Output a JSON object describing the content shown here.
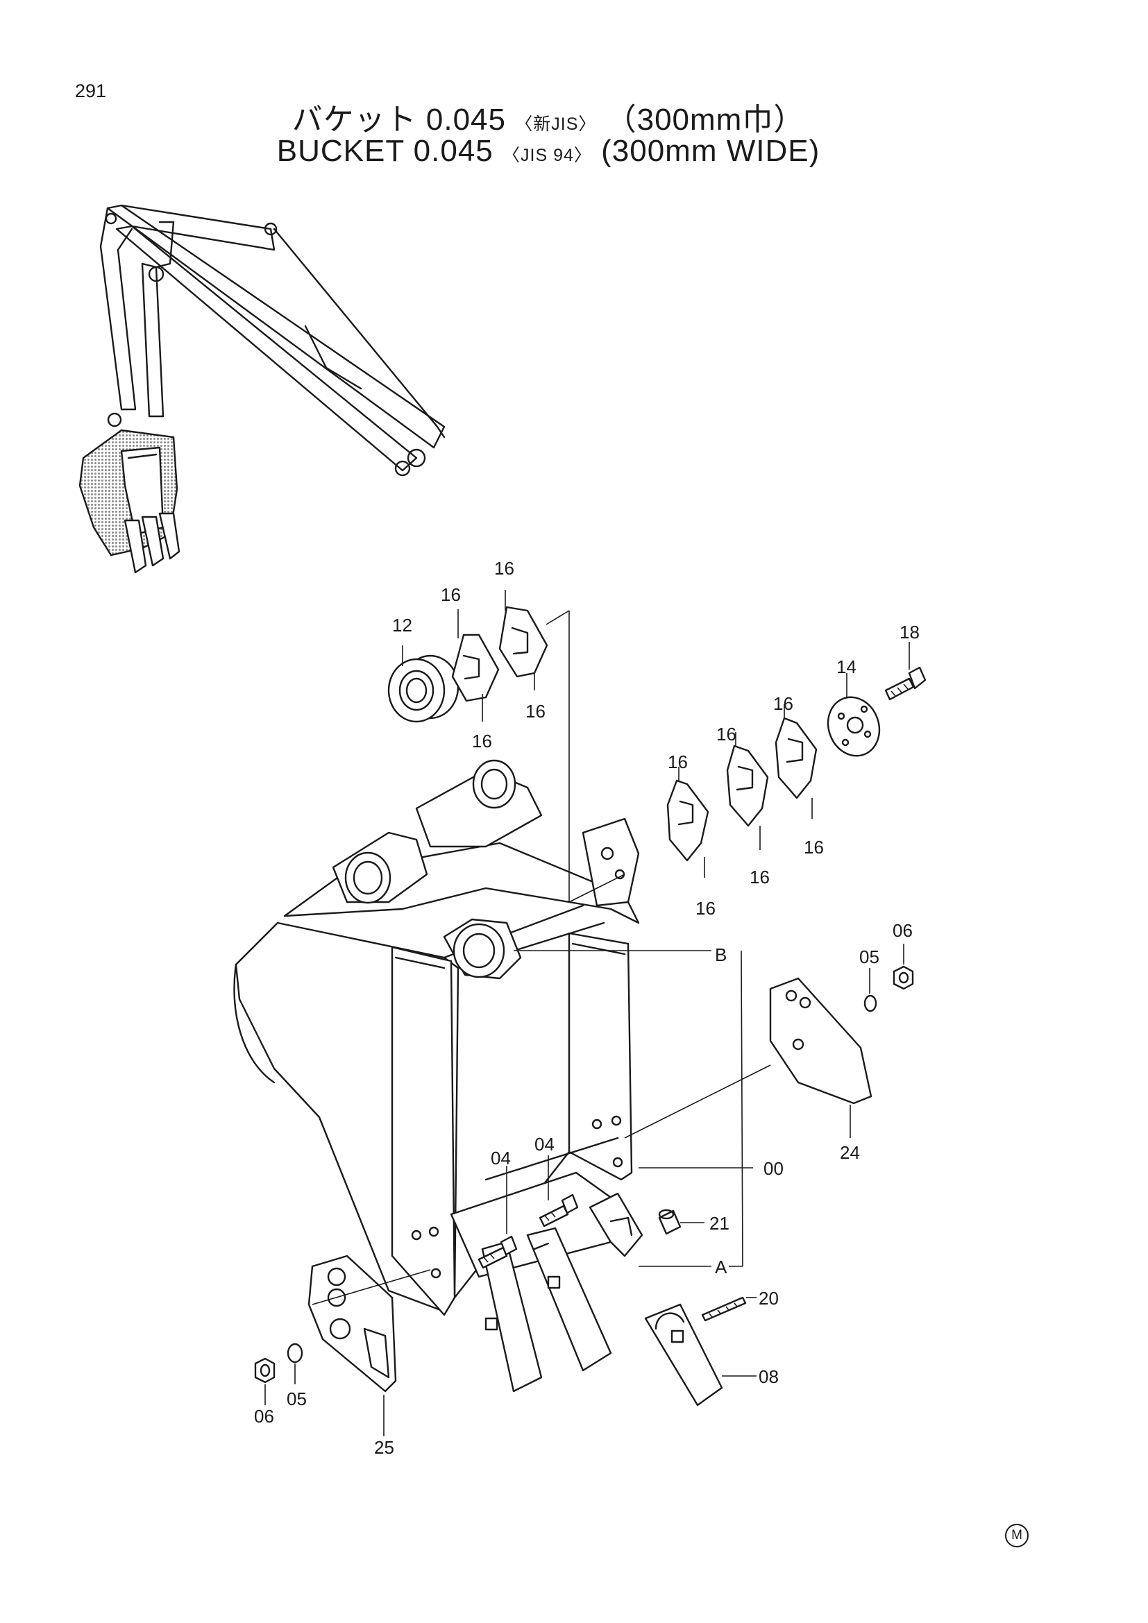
{
  "page_number": "291",
  "title_jp": {
    "prefix": "バケット 0.045",
    "jis": "〈新JIS〉",
    "suffix": "（300mm巾）"
  },
  "title_en": {
    "prefix": "BUCKET 0.045",
    "jis": "〈JIS 94〉",
    "suffix": "(300mm WIDE)"
  },
  "part_labels": {
    "p00": "00",
    "p04a": "04",
    "p04b": "04",
    "p05a": "05",
    "p05b": "05",
    "p06a": "06",
    "p06b": "06",
    "p08": "08",
    "p12": "12",
    "p14": "14",
    "p16a": "16",
    "p16b": "16",
    "p16c": "16",
    "p16d": "16",
    "p16e": "16",
    "p16f": "16",
    "p16g": "16",
    "p16h": "16",
    "p16i": "16",
    "p16j": "16",
    "p18": "18",
    "p20": "20",
    "p21": "21",
    "p24": "24",
    "p25": "25",
    "ref_a": "A",
    "ref_b": "B"
  },
  "corner_mark": "M",
  "colors": {
    "line": "#1a1a1a",
    "background": "#ffffff",
    "shading": "#8a8a8a"
  }
}
